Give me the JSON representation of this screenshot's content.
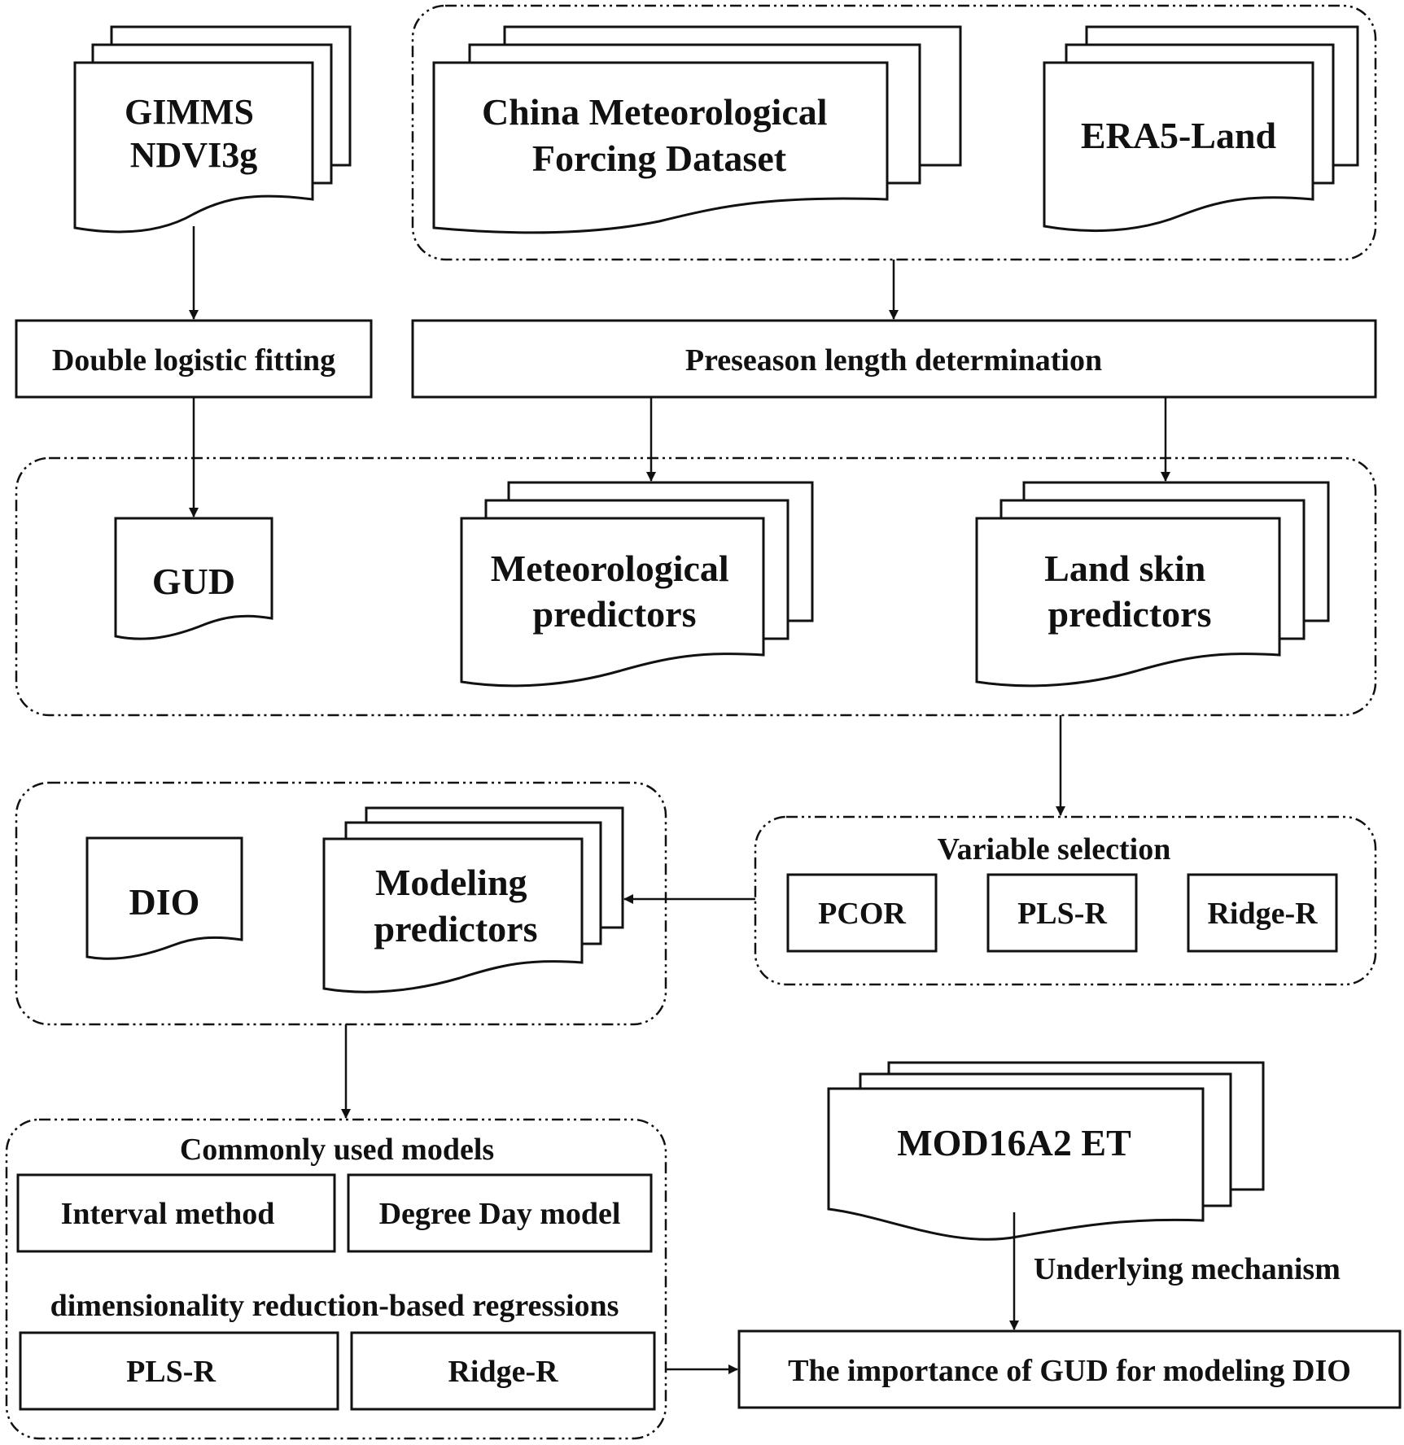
{
  "nodes": {
    "gimms": "GIMMS\nNDVI3g",
    "cmfd": "China Meteorological\nForcing Dataset",
    "era5": "ERA5-Land",
    "double_logistic": "Double logistic fitting",
    "preseason": "Preseason length determination",
    "gud": "GUD",
    "met_pred": "Meteorological\npredictors",
    "land_pred": "Land skin\npredictors",
    "dio": "DIO",
    "modeling_pred": "Modeling\npredictors",
    "variable_selection": "Variable selection",
    "pcor": "PCOR",
    "plsr_vs": "PLS-R",
    "ridger_vs": "Ridge-R",
    "mod16": "MOD16A2 ET",
    "common_models": "Commonly used models",
    "interval_method": "Interval method",
    "degree_day": "Degree Day model",
    "dim_reduction": "dimensionality reduction-based regressions",
    "plsr_m": "PLS-R",
    "ridger_m": "Ridge-R",
    "underlying": "Underlying mechanism",
    "importance": "The importance of GUD for modeling DIO"
  }
}
